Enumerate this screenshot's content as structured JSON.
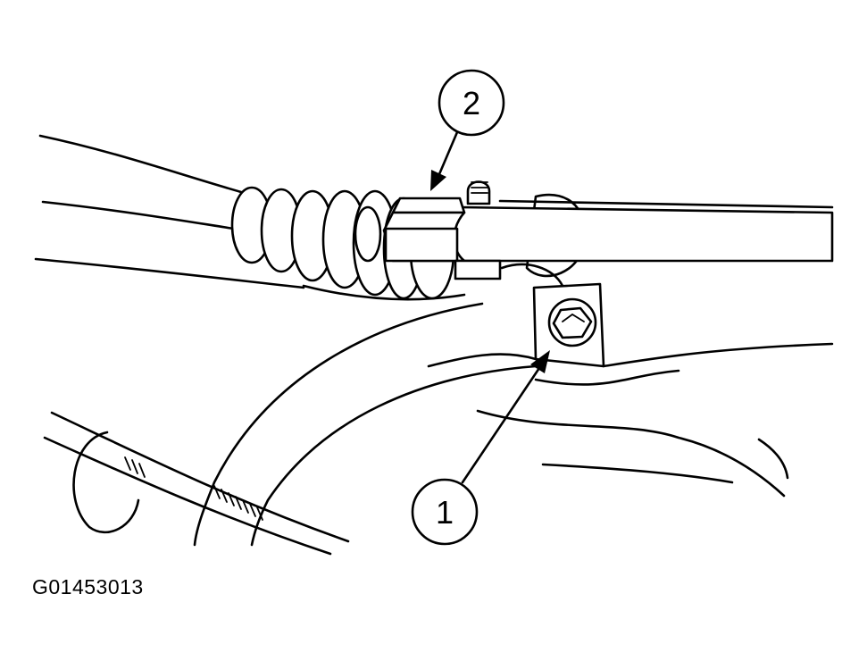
{
  "figure": {
    "code": "G01453013",
    "callouts": [
      {
        "label": "1"
      },
      {
        "label": "2"
      }
    ],
    "line_color": "#000000",
    "background": "#ffffff"
  }
}
